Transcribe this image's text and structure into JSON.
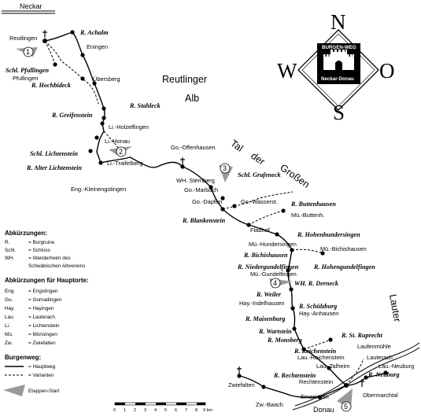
{
  "rivers": {
    "neckar": "Neckar",
    "donau": "Donau",
    "lauter": "Lauter"
  },
  "regions": [
    "Reutlinger",
    "Alb",
    "Tal",
    "der",
    "Großen",
    "Lauter"
  ],
  "compass": {
    "n": "N",
    "s": "S",
    "w": "W",
    "o": "O"
  },
  "emblem": {
    "top": "BURGEN-WEG",
    "bottom": "Neckar-Donau"
  },
  "castles": [
    "R. Achalm",
    "Schl. Pfullingen",
    "R. Hochbideck",
    "R. Stahleck",
    "R. Greifenstein",
    "Schl. Lichtenstein",
    "R. Alter Lichtenstein",
    "Schl. Grafeneck",
    "R. Buttenhausen",
    "R. Blankenstein",
    "R. Hohenhundersingen",
    "R. Bichishausen",
    "R. Niedergundelfingen",
    "R. Hohengundelfingen",
    "WH. R. Derneck",
    "R. Weiler",
    "R. Schülzburg",
    "R. Maisenburg",
    "R. Wartstein",
    "R. St. Ruprecht",
    "R. Monsberg",
    "R. Reichenstein",
    "R. Rechtenstein",
    "R. Neuburg"
  ],
  "towns": [
    "Reutlingen",
    "Eningen",
    "Pfullingen",
    "Übersberg",
    "Li.-Holzelfingen",
    "Li.-Honau",
    "Go.-Offenhausen",
    "Li.-Traifelberg",
    "WH. Sternberg",
    "Eng.-Kleinengstingen",
    "Go.-Marbach",
    "Go.-Dapfen",
    "Go.-Wasserst.",
    "Mü.-Buttenh.",
    "Fladhof",
    "Mü.-Hundersingen",
    "Mü.-Bichishausen",
    "Mü.-Gundelfingen",
    "Hay.-Indelhausen",
    "Hay.-Anhausen",
    "Laufenmühle",
    "Lau.-Reichenstein",
    "Lauterach",
    "Lau.-Talheim",
    "Lau.-Neuburg",
    "Rechtenstein",
    "Zwiefalten",
    "Obermarchtal",
    "Emeringen",
    "Zw.-Baach"
  ],
  "stages": [
    "1",
    "2",
    "3",
    "4",
    "5"
  ],
  "legend": {
    "abbr_title": "Abkürzungen:",
    "abbr": [
      {
        "k": "R.",
        "v": "= Burgruine"
      },
      {
        "k": "Schl.",
        "v": "= Schloss"
      },
      {
        "k": "WH.",
        "v": "= Wanderheim des"
      },
      {
        "k": "",
        "v": "Schwäbischen Albvereins"
      }
    ],
    "places_title": "Abkürzungen für Hauptorte:",
    "places": [
      {
        "k": "Eng.",
        "v": "= Engstingen"
      },
      {
        "k": "Go.",
        "v": "= Gomadingen"
      },
      {
        "k": "Hay.",
        "v": "= Hayingen"
      },
      {
        "k": "Lau.",
        "v": "= Lauterach"
      },
      {
        "k": "Li.",
        "v": "= Lichtenstein"
      },
      {
        "k": "Mü.",
        "v": "= Münsingen"
      },
      {
        "k": "Zw.",
        "v": "= Zwiefalten"
      }
    ],
    "way_title": "Burgenweg:",
    "main": "= Hauptweg",
    "variant": "= Varianten",
    "stage": "Etappen-Start"
  },
  "scale": {
    "ticks": [
      "0",
      "1",
      "2",
      "3",
      "4",
      "5",
      "6",
      "7",
      "8",
      "9 km"
    ]
  }
}
